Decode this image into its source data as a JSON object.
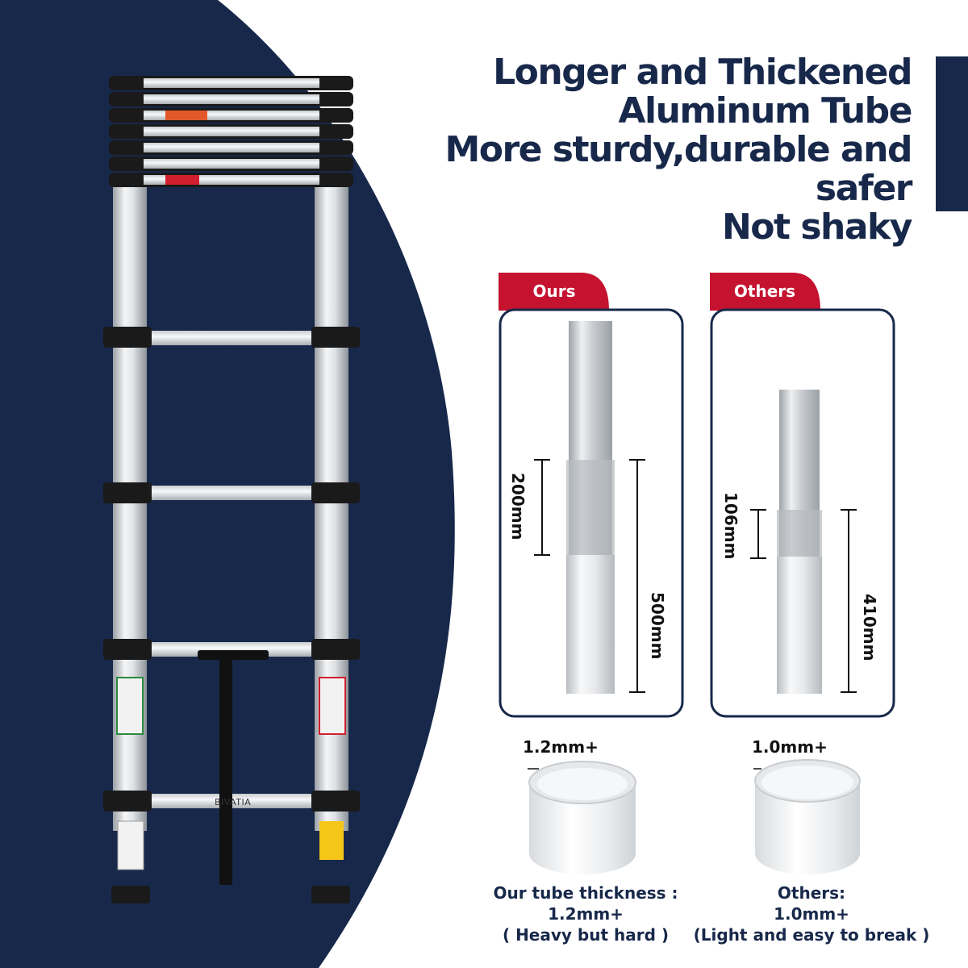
{
  "headline": {
    "line1": "Longer and Thickened",
    "line2": "Aluminum Tube",
    "line3": "More sturdy,durable and safer",
    "line4": "Not shaky"
  },
  "colors": {
    "navy": "#17284a",
    "accent_red": "#c4122f"
  },
  "ladder": {
    "brand": "BIVATIA"
  },
  "comparison": {
    "ours": {
      "tab": "Ours",
      "overlap": "200mm",
      "total": "500mm",
      "thickness": "1.2mm+",
      "caption_line1": "Our tube thickness :",
      "caption_line2": "1.2mm+",
      "caption_line3": "( Heavy but hard )"
    },
    "others": {
      "tab": "Others",
      "overlap": "106mm",
      "total": "410mm",
      "thickness": "1.0mm+",
      "caption_line1": "Others:",
      "caption_line2": "1.0mm+",
      "caption_line3": "(Light and easy to break )"
    }
  }
}
